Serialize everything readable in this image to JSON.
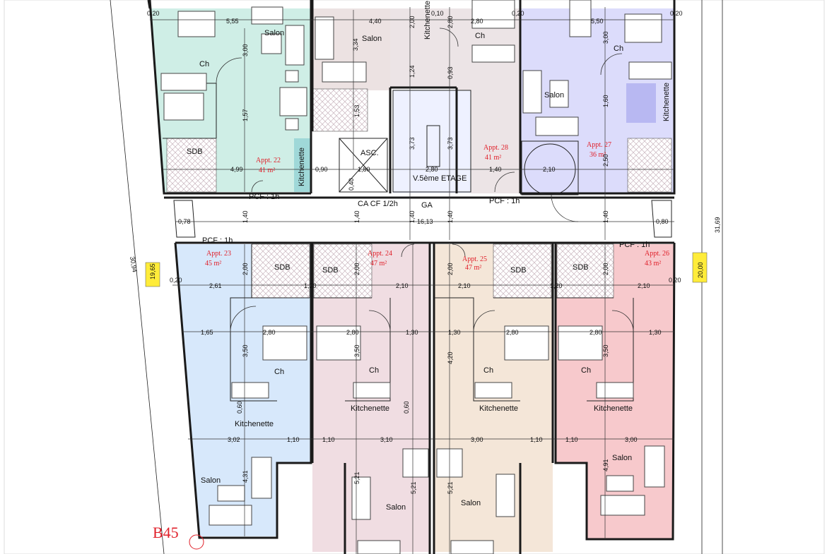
{
  "sheet": {
    "label": "B45",
    "colors": {
      "appt22": "#cfeee6",
      "appt23": "#d7e8fb",
      "appt24": "#f0dde2",
      "appt25": "#f4e6d8",
      "appt26": "#f7c9cc",
      "appt27": "#dcdcfb",
      "appt28": "#ece4e6",
      "salonTop": "#ece2e2",
      "corridor": "#ffffff",
      "highlight": "#ffec3a",
      "apptText": "#e0202a"
    }
  },
  "apartments": [
    {
      "id": "appt22",
      "name": "Appt. 22",
      "area": "41 m²"
    },
    {
      "id": "appt23",
      "name": "Appt. 23",
      "area": "45 m²"
    },
    {
      "id": "appt24",
      "name": "Appt. 24",
      "area": "47 m²"
    },
    {
      "id": "appt25",
      "name": "Appt. 25",
      "area": "47 m²"
    },
    {
      "id": "appt26",
      "name": "Appt. 26",
      "area": "43 m²"
    },
    {
      "id": "appt27",
      "name": "Appt. 27",
      "area": "36 m²"
    },
    {
      "id": "appt28",
      "name": "Appt. 28",
      "area": "41 m²"
    }
  ],
  "rooms": {
    "salon": "Salon",
    "ch": "Ch",
    "sdb": "SDB",
    "kitchenette": "Kitchenette",
    "asc": "ASC.",
    "stair": "V.5ème ETAGE",
    "caCf": "CA CF 1/2h",
    "pcf": "PCF : 1h",
    "ga": "GA"
  },
  "highlights": [
    "19,65",
    "20,00"
  ],
  "outerDims": [
    "30,94",
    "31,69"
  ],
  "dims": {
    "d555": "5,55",
    "d440": "4,40",
    "d550": "5,50",
    "d280": "2,80",
    "d300": "3,00",
    "d334": "3,34",
    "d200": "2,00",
    "d010": "0,10",
    "d020": "0,20",
    "d157": "1,57",
    "d124": "1,24",
    "d093": "0,93",
    "d153": "1,53",
    "d160": "1,60",
    "d373": "3,73",
    "d499": "4,99",
    "d090": "0,90",
    "d180": "1,80",
    "d140": "1,40",
    "d210": "2,10",
    "d250": "2,50",
    "d078": "0,78",
    "d1613": "16,13",
    "d080": "0,80",
    "d261": "2,61",
    "d120": "1,20",
    "d165": "1,65",
    "d350": "3,50",
    "d130": "1,30",
    "d420": "4,20",
    "d302": "3,02",
    "d110": "1,10",
    "d310": "3,10",
    "d060": "0,60",
    "d431": "4,31",
    "d521": "5,21",
    "d491": "4,91",
    "d040": "0,40"
  }
}
